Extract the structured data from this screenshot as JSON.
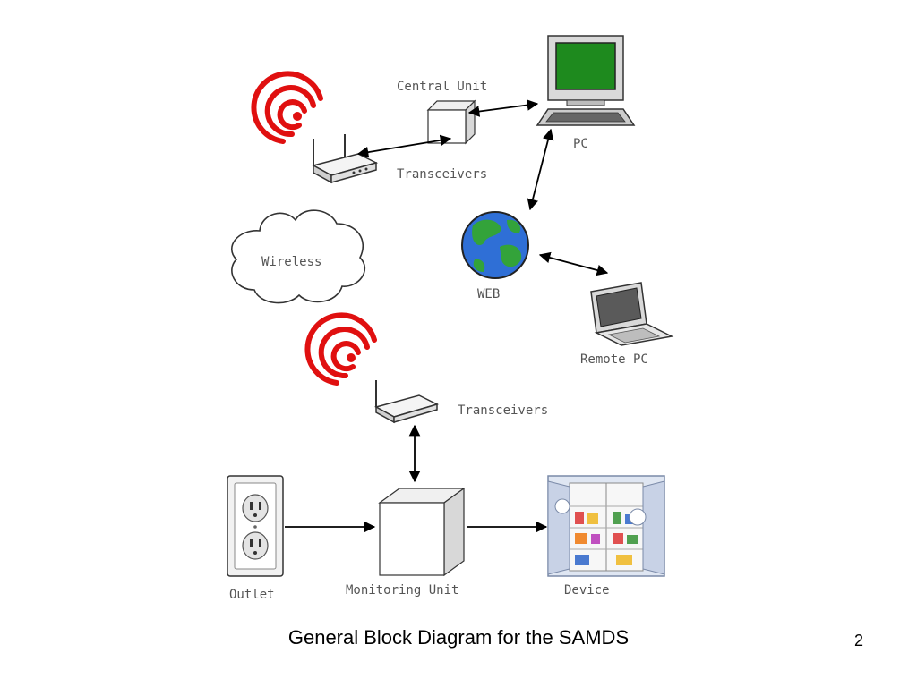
{
  "diagram": {
    "labels": {
      "central_unit": "Central Unit",
      "pc": "PC",
      "transceivers_top": "Transceivers",
      "wireless": "Wireless",
      "web": "WEB",
      "remote_pc": "Remote PC",
      "transceivers_bottom": "Transceivers",
      "outlet": "Outlet",
      "monitoring_unit": "Monitoring Unit",
      "device": "Device"
    },
    "colors": {
      "signal": "#e01010",
      "screen": "#1e8a1e",
      "ocean": "#2f6fd6",
      "land": "#33a33a"
    }
  },
  "caption": "General Block Diagram for the SAMDS",
  "slide_number": "2"
}
